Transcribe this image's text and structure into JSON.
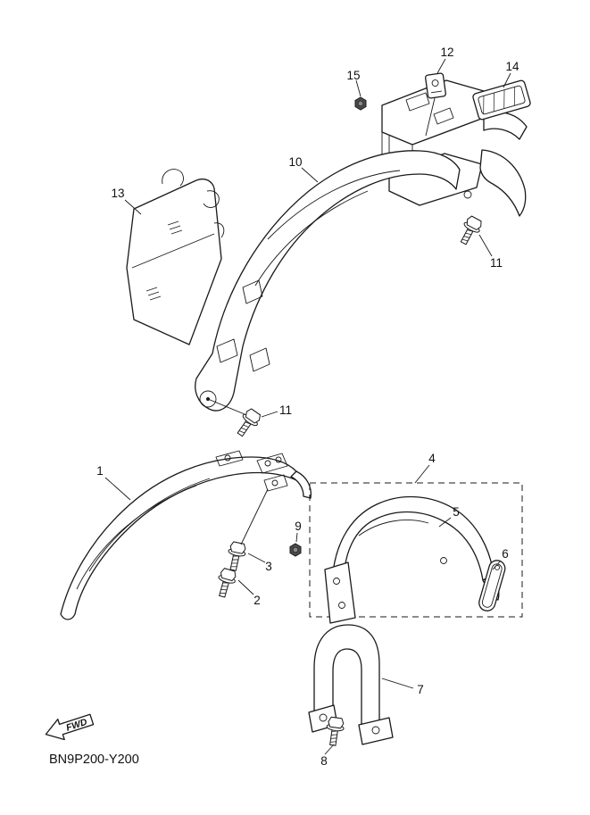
{
  "diagram": {
    "code": "BN9P200-Y200",
    "fwd_label": "FWD",
    "colors": {
      "line": "#1a1a1a",
      "background": "#ffffff"
    },
    "callouts": [
      {
        "label": "15"
      },
      {
        "label": "12"
      },
      {
        "label": "14"
      },
      {
        "label": "10"
      },
      {
        "label": "13"
      },
      {
        "label": "11"
      },
      {
        "label": "11"
      },
      {
        "label": "1"
      },
      {
        "label": "4"
      },
      {
        "label": "5"
      },
      {
        "label": "9"
      },
      {
        "label": "3"
      },
      {
        "label": "2"
      },
      {
        "label": "6"
      },
      {
        "label": "7"
      },
      {
        "label": "8"
      }
    ]
  }
}
